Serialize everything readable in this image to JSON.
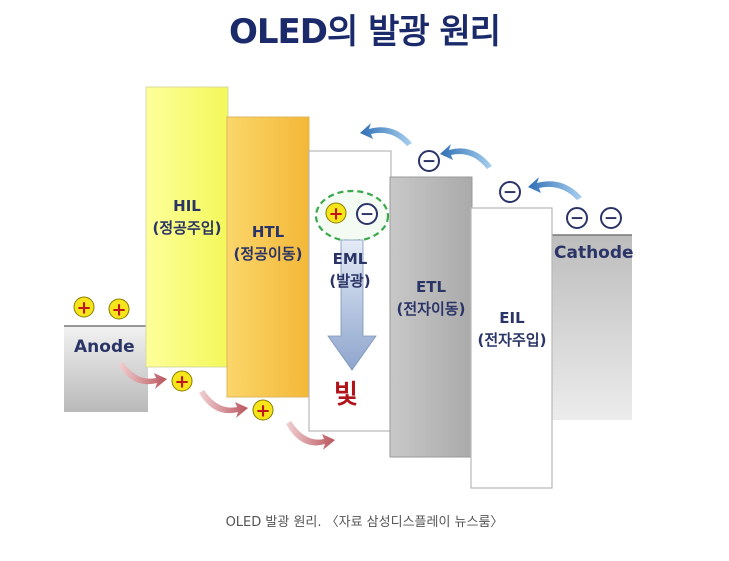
{
  "title": "OLED의 발광 원리",
  "layers": {
    "hil": {
      "name": "HIL",
      "desc": "(정공주입)"
    },
    "htl": {
      "name": "HTL",
      "desc": "(정공이동)"
    },
    "eml": {
      "name": "EML",
      "desc": "(발광)"
    },
    "etl": {
      "name": "ETL",
      "desc": "(전자이동)"
    },
    "eil": {
      "name": "EIL",
      "desc": "(전자주입)"
    }
  },
  "anode": {
    "label": "Anode"
  },
  "cathode": {
    "label": "Cathode"
  },
  "light": "빛",
  "symbols": {
    "hole": "+",
    "electron": "−"
  },
  "colors": {
    "title": "#1b2a6b",
    "hil": "#fbff6a",
    "htl": "#f9c84a",
    "eml": "#ffffff",
    "etl": "#bdbdbd",
    "eil": "#ffffff",
    "hole": "#f5e51a",
    "hole_sign": "#c0161b",
    "electron_ring": "#2b3466",
    "arrow_blue": "#3d86c6",
    "arrow_red": "#c0676e",
    "light_text": "#b0141a"
  },
  "caption": "OLED 발광 원리.  〈자료 삼성디스플레이 뉴스룸〉"
}
